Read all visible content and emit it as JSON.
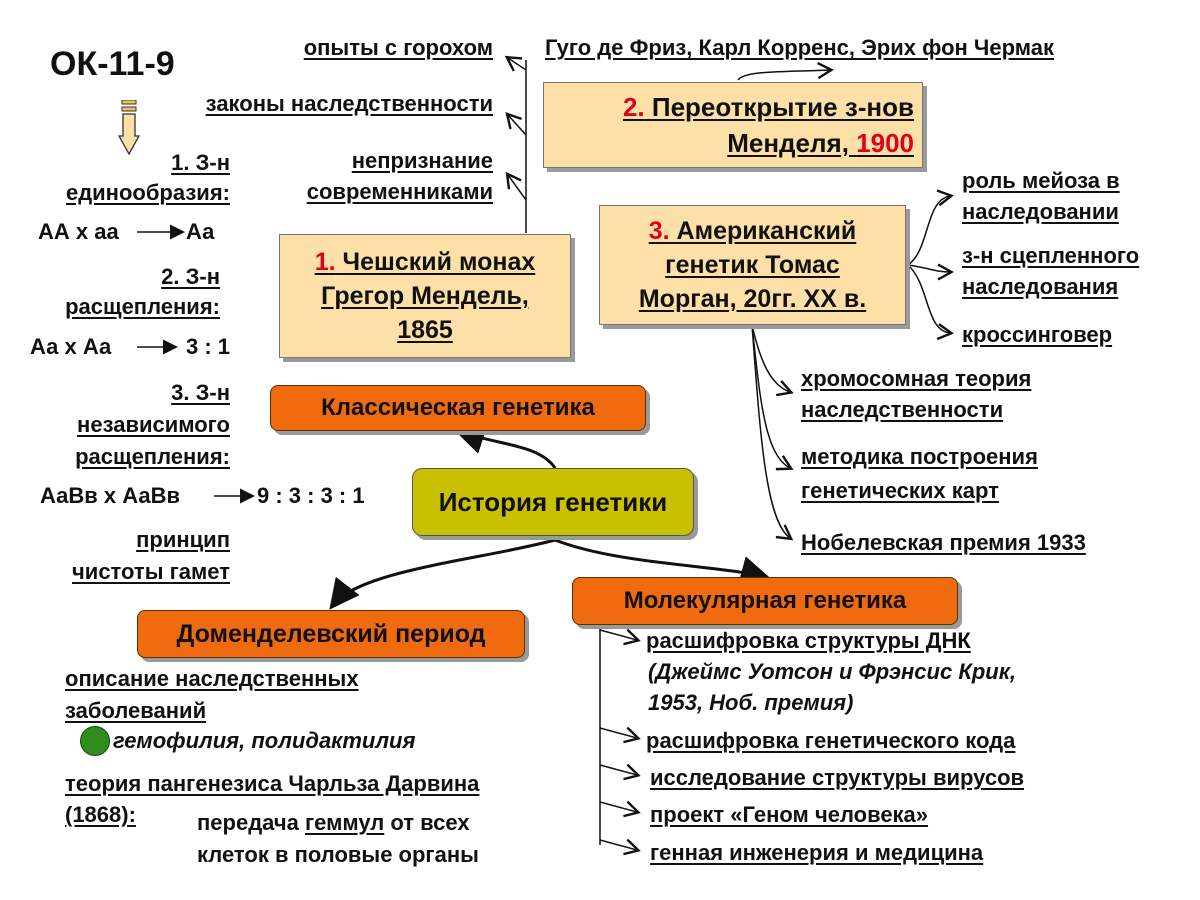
{
  "code": "ОК-11-9",
  "center": "История генетики",
  "classic": {
    "label": "Классическая генетика",
    "mendel": {
      "num": "1.",
      "line1": "Чешский монах",
      "line2": "Грегор Мендель,",
      "line3": "1865"
    },
    "rediscovery": {
      "num": "2.",
      "line1": "Переоткрытие з-нов",
      "line2a": "Менделя, ",
      "year": "1900"
    },
    "rediscoverers": "Гуго де Фриз, Карл Корренс, Эрих фон Чермак",
    "morgan": {
      "num": "3.",
      "line1": "Американский",
      "line2": "генетик Томас",
      "line3": "Морган, 20гг. XX в."
    },
    "mendel_points": [
      "опыты с горохом",
      "законы наследственности",
      "непризнание",
      "современниками"
    ],
    "morgan_right": [
      "роль мейоза в",
      "наследовании",
      "з-н сцепленного",
      "наследования",
      "кроссинговер"
    ],
    "morgan_below": [
      "хромосомная теория",
      "наследственности",
      "методика построения",
      "генетических карт",
      "Нобелевская премия 1933"
    ]
  },
  "laws": {
    "law1": [
      "1. З-н",
      "единообразия:"
    ],
    "cross1": "АА х аа",
    "result1": "Аа",
    "law2": [
      "2. З-н",
      "расщепления:"
    ],
    "cross2": "Аа х Аа",
    "result2": "3 : 1",
    "law3": [
      "3. З-н",
      "независимого",
      "расщепления:"
    ],
    "cross3": "АаВв х АаВв",
    "result3": "9 : 3 : 3 : 1",
    "principle": [
      "принцип",
      "чистоты гамет"
    ]
  },
  "premendel": {
    "label": "Доменделевский период",
    "desc1": "описание наследственных",
    "desc2": "заболеваний",
    "examples": "гемофилия, полидактилия",
    "theory1": "теория пангенезиса Чарльза Дарвина",
    "theory2": "(1868):",
    "trans1a": "передача ",
    "trans1b": "геммул",
    "trans1c": " от всех",
    "trans2": "клеток в половые органы"
  },
  "molecular": {
    "label": "Молекулярная генетика",
    "items": [
      "расшифровка структуры ДНК",
      "(Джеймс Уотсон и Фрэнсис Крик,",
      "1953, Ноб. премия)",
      "расшифровка генетического кода",
      "исследование структуры вирусов",
      "проект «Геном человека»",
      "генная инженерия и медицина"
    ]
  },
  "colors": {
    "red": "#e0001b",
    "orange": "#f06a10",
    "beige": "#fce0a8",
    "olive": "#c8c000",
    "green_dot": "#2e8b1e"
  }
}
